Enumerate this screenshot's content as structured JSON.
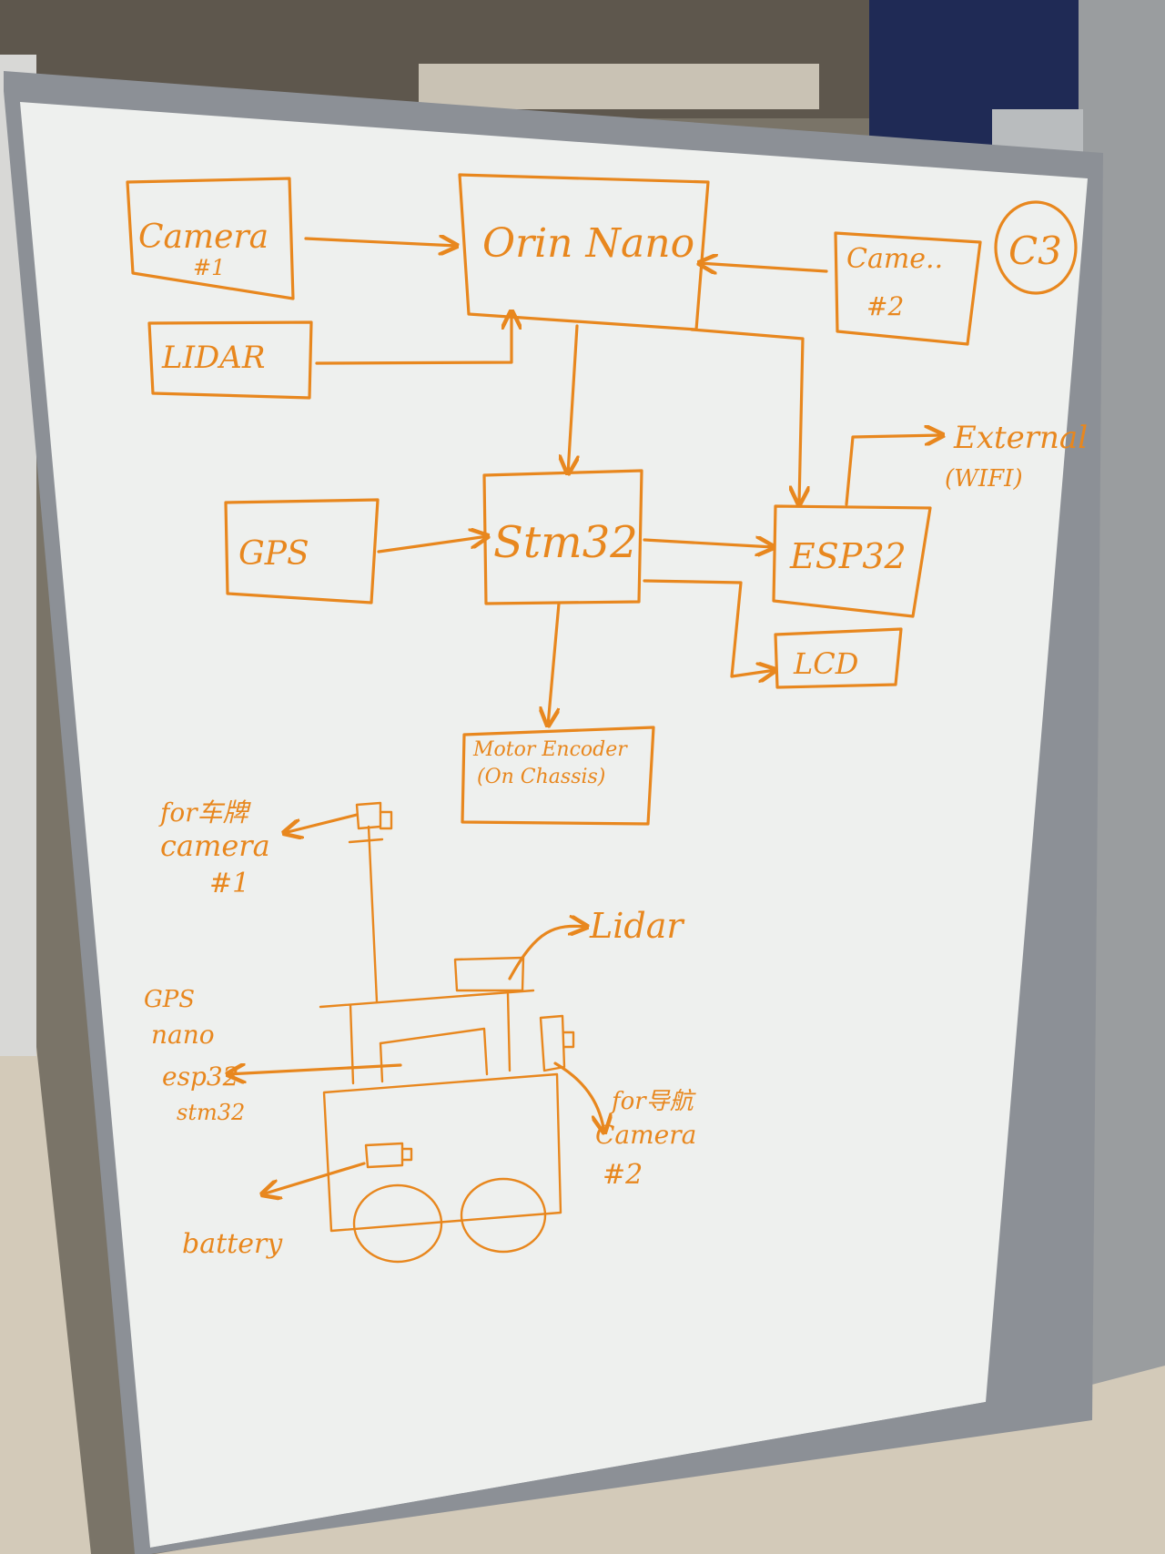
{
  "colors": {
    "marker": "#e8871e",
    "board": "#eef0ee",
    "frame": "#8c9096",
    "floor": "#cfc6b6",
    "column": "#1f2a55"
  },
  "corner_mark": "C3",
  "blocks": {
    "camera1": {
      "line1": "Camera",
      "line2": "#1"
    },
    "lidar": "LIDAR",
    "orin": "Orin Nano",
    "camera2": {
      "line1": "Came..",
      "line2": "#2"
    },
    "gps": "GPS",
    "stm32": "Stm32",
    "esp32": "ESP32",
    "lcd": "LCD",
    "motor": {
      "line1": "Motor Encoder",
      "line2": "(On Chassis)"
    },
    "external": {
      "line1": "External",
      "line2": "(WIFI)"
    }
  },
  "sketch": {
    "cam1_note": {
      "line1": "for车牌",
      "line2": "camera",
      "line3": "#1"
    },
    "lidar_note": "Lidar",
    "stack_note": [
      "GPS",
      "nano",
      "esp32",
      "stm32"
    ],
    "cam2_note": {
      "line1": "for导航",
      "line2": "Camera",
      "line3": "#2"
    },
    "battery_note": "battery"
  }
}
